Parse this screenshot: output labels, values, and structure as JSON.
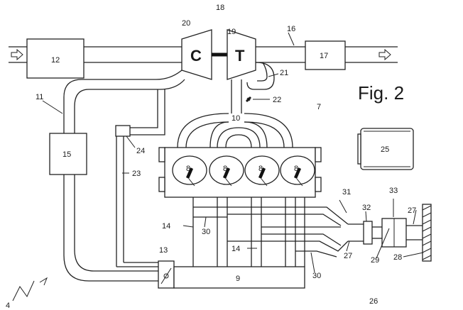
{
  "figure": {
    "title": "Fig. 2"
  },
  "compressor_letter": "C",
  "turbine_letter": "T",
  "labels": {
    "l4": "4",
    "l7": "7",
    "l8a": "8",
    "l8b": "8",
    "l8c": "8",
    "l8d": "8",
    "l9": "9",
    "l10": "10",
    "l11": "11",
    "l12": "12",
    "l13": "13",
    "l14a": "14",
    "l14b": "14",
    "l15": "15",
    "l16": "16",
    "l17": "17",
    "l18": "18",
    "l19": "19",
    "l20": "20",
    "l21": "21",
    "l22": "22",
    "l23": "23",
    "l24": "24",
    "l25": "25",
    "l26": "26",
    "l27a": "27",
    "l27b": "27",
    "l28": "28",
    "l29": "29",
    "l30a": "30",
    "l30b": "30",
    "l31": "31",
    "l32": "32",
    "l33": "33"
  }
}
